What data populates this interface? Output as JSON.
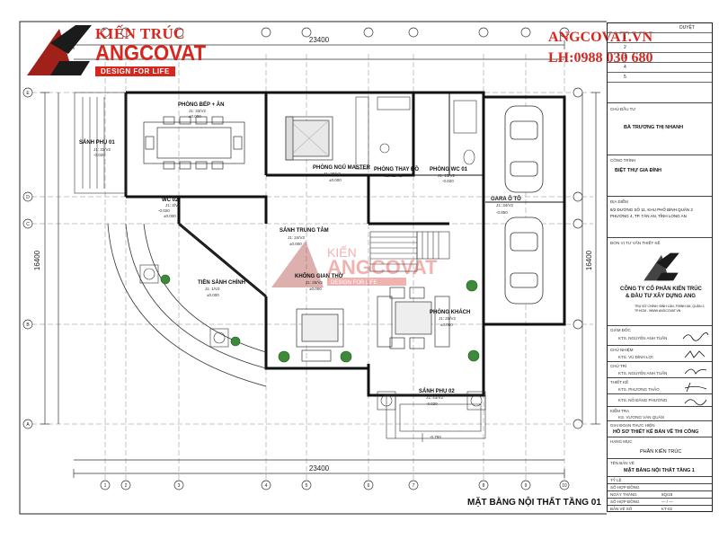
{
  "logo": {
    "name_top": "KIẾN TRÚC",
    "name_main": "ANGCOVAT",
    "tagline": "DESIGN FOR LIFE"
  },
  "contact": {
    "website": "ANGCOVAT.VN",
    "phone": "LH:0988 030 680"
  },
  "dimensions": {
    "top": "23400",
    "bottom": "23400",
    "left": "16400",
    "right": "16400"
  },
  "rooms": {
    "kitchen": {
      "name": "PHÒNG BẾP + ĂN",
      "code": "J1: 33/V2",
      "level": "±0.000"
    },
    "side_hall": {
      "name": "SẢNH PHỤ 01",
      "code": "J1: 33/V2",
      "level": "-0.020"
    },
    "master": {
      "name": "PHÒNG NGỦ MASTER",
      "code": "J1: 20/V2",
      "level": "±0.000"
    },
    "dressing": {
      "name": "PHÒNG THAY ĐỒ",
      "code": "J1: 12/V2"
    },
    "wc1": {
      "name": "PHÒNG WC 01",
      "code": "J1: 13/V2",
      "level": "-0.020"
    },
    "wc2": {
      "name": "WC 02",
      "code": "J1: 3/V2",
      "level": "-0.020"
    },
    "wc2_level2": "±0.000",
    "garage": {
      "name": "GARA Ô TÔ",
      "code": "J1: 34/V2",
      "level": "-0.850"
    },
    "central_hall": {
      "name": "SẢNH TRUNG TÂM",
      "code": "J1: 24/V2",
      "level": "±0.000"
    },
    "worship": {
      "name": "KHÔNG GIAN THỜ",
      "code": "J1: 25/V2",
      "level": "±0.000"
    },
    "main_lobby": {
      "name": "TIỀN SẢNH CHÍNH",
      "code": "J1: 1/V2",
      "level": "±0.000"
    },
    "living": {
      "name": "PHÒNG KHÁCH",
      "code": "J1: 26/V2",
      "level": "±0.000"
    },
    "side_hall2": {
      "name": "SẢNH PHỤ 02",
      "code": "J1: 43/V2",
      "level": "-0.020"
    },
    "outdoor_level": "-0.750"
  },
  "grid": {
    "letters": [
      "E",
      "D",
      "C",
      "B",
      "A"
    ],
    "numbers": [
      "1",
      "2",
      "3",
      "4",
      "5",
      "6",
      "7",
      "8",
      "9",
      "10"
    ]
  },
  "watermark": {
    "top": "KIẾN",
    "main": "ANGCOVAT",
    "tag": "DESIGN FOR LIFE"
  },
  "plan_title": "MẶT BẰNG NỘI THẤT TẦNG 01",
  "title_block": {
    "rev_header": "DUYỆT",
    "rev_numbers": [
      "1",
      "2",
      "3",
      "4",
      "5"
    ],
    "owner_label": "CHỦ ĐẦU TƯ",
    "owner": "BÀ TRƯƠNG THỊ NHANH",
    "project_label": "CÔNG TRÌNH",
    "project": "BIỆT THỰ GIA ĐÌNH",
    "location_label": "ĐỊA ĐIỂM",
    "location": "8/2 ĐƯỜNG SỐ 11, KHU PHỐ BÌNH QUÂN 2 PHƯỜNG 4, TP. TÂN AN, TỈNH LONG AN",
    "designer_label": "ĐƠN VỊ TƯ VẤN THIẾT KẾ",
    "company_line1": "CÔNG TY CỔ PHẦN KIẾN TRÚC",
    "company_line2": "& ĐẦU TƯ XÂY DỰNG ANG",
    "company_addr": "TRỤ SỞ CHÍNH: BÌNH LÂN, P.BÌNH AN, QUẬN 2, TP.HCM - WWW.ANGCOVAT.VN",
    "roles": [
      {
        "label": "GIÁM ĐỐC",
        "name": "KTS. NGUYỄN ANH TUẤN"
      },
      {
        "label": "CHỦ NHIỆM",
        "name": "KTS. VŨ ĐÌNH LỢI"
      },
      {
        "label": "CHỦ TRÌ",
        "name": "KTS. NGUYỄN ANH TUẤN"
      },
      {
        "label": "THIẾT KẾ",
        "name": "KTS. PHƯƠNG THẢO"
      },
      {
        "label": "",
        "name": "KTS. NỖ ĐĂNG PHƯƠNG"
      },
      {
        "label": "KIỂM TRA",
        "name": "KS. VƯƠNG VĂN QUÂN"
      }
    ],
    "phase_label": "GIAI ĐOẠN THỰC HIỆN",
    "phase": "HỒ SƠ THIẾT KẾ BẢN VẼ THI CÔNG",
    "category_label": "HẠNG MỤC",
    "category": "PHẦN KIẾN TRÚC",
    "drawing_label": "TÊN BẢN VẼ",
    "drawing": "MẶT BẰNG NỘI THẤT TẦNG 1",
    "meta": [
      {
        "label": "TỶ LỆ",
        "value": ""
      },
      {
        "label": "SỐ HỢP ĐỒNG",
        "value": ""
      },
      {
        "label": "NGÀY THÁNG",
        "value": "8Q/18"
      },
      {
        "label": "SỐ HỢP ĐỒNG",
        "value": "— / —"
      },
      {
        "label": "BẢN VẼ SỐ",
        "value": "KT-02"
      }
    ]
  }
}
